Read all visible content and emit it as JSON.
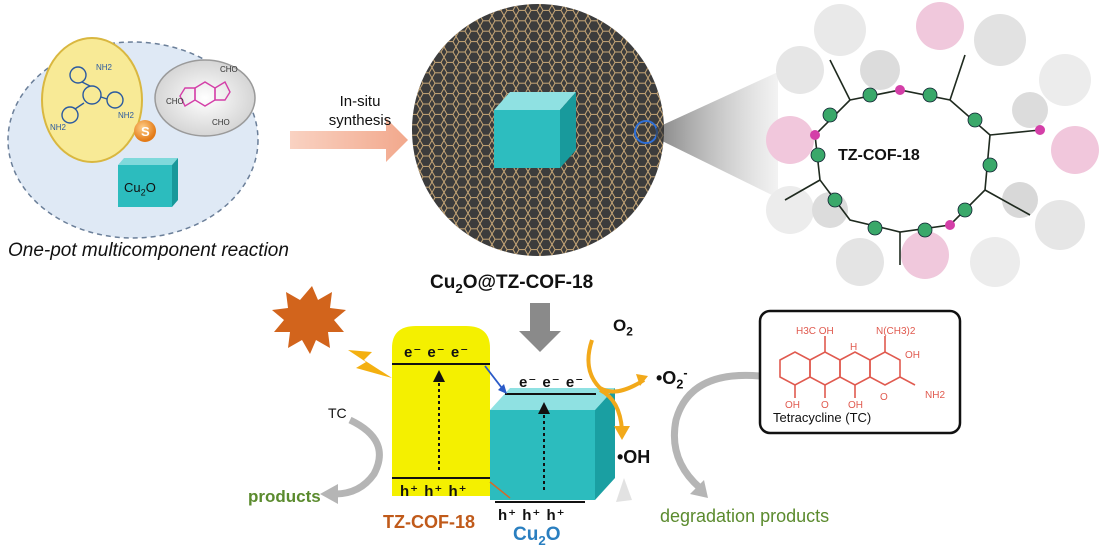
{
  "synthesis_arrow": {
    "line1": "In-situ",
    "line2": "synthesis"
  },
  "reactants": {
    "caption": "One-pot multicomponent reaction",
    "sulfur_label": "S",
    "cube_label_main": "Cu",
    "cube_label_sub": "2",
    "cube_label_end": "O",
    "amine_label_nh2": "NH2",
    "aldehyde_label": "CHO"
  },
  "composite": {
    "label_main": "Cu",
    "label_sub": "2",
    "label_end": "O@TZ-COF-18"
  },
  "framework": {
    "label": "TZ-COF-18"
  },
  "band_diagram": {
    "electrons_left": "e⁻ e⁻ e⁻",
    "holes_left": "h⁺ h⁺ h⁺",
    "electrons_right": "e⁻ e⁻ e⁻",
    "holes_right": "h⁺ h⁺ h⁺",
    "left_material": "TZ-COF-18",
    "right_material_main": "Cu",
    "right_material_sub": "2",
    "right_material_end": "O"
  },
  "species": {
    "o2_main": "O",
    "o2_sub": "2",
    "superoxide": "•O",
    "superoxide_sub": "2",
    "superoxide_sup": "-",
    "hydroxyl": "•OH",
    "tc": "TC",
    "products": "products",
    "degradation": "degradation products"
  },
  "tetracycline": {
    "name": "Tetracycline (TC)",
    "group_ch3_oh": "H3C  OH",
    "group_nme2": "N(CH3)2",
    "group_oh": "OH",
    "group_h": "H",
    "group_o": "O",
    "group_nh2": "NH2"
  },
  "colors": {
    "cof_yellow": "#f4f000",
    "cu2o_teal": "#27b6b8",
    "arrow_gray": "#8a8a8a",
    "sun_orange": "#d2641c",
    "products_green": "#5b8b2e",
    "tc_red": "#e05a4f",
    "cof_label_orange": "#c05a1a",
    "cu2o_label_blue": "#2a7fc0"
  }
}
